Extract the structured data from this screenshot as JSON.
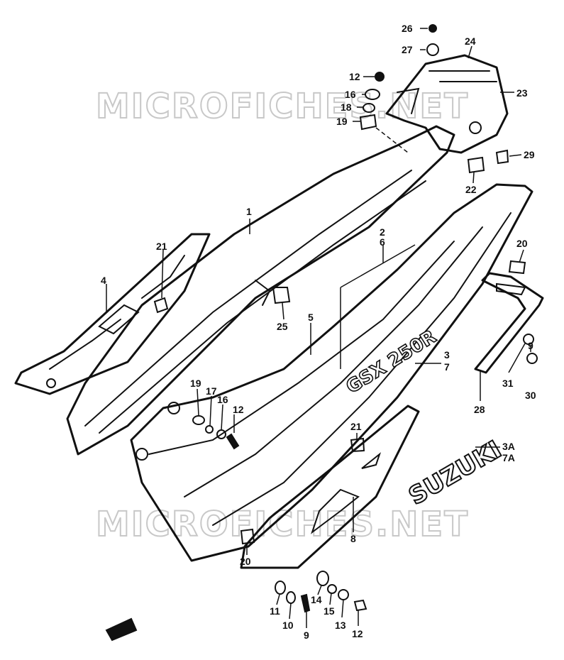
{
  "watermark": {
    "top": "MICROFICHES.NET",
    "bottom": "MICROFICHES.NET"
  },
  "decal": {
    "logo_text": "SUZUKI",
    "stripe_text": "GSX 250R"
  },
  "callouts": [
    {
      "id": "c26",
      "text": "26"
    },
    {
      "id": "c27",
      "text": "27"
    },
    {
      "id": "c24",
      "text": "24"
    },
    {
      "id": "c23",
      "text": "23"
    },
    {
      "id": "c12a",
      "text": "12"
    },
    {
      "id": "c16a",
      "text": "16"
    },
    {
      "id": "c18",
      "text": "18"
    },
    {
      "id": "c19a",
      "text": "19"
    },
    {
      "id": "c29",
      "text": "29"
    },
    {
      "id": "c22",
      "text": "22"
    },
    {
      "id": "c1",
      "text": "1"
    },
    {
      "id": "c21a",
      "text": "21"
    },
    {
      "id": "c4",
      "text": "4"
    },
    {
      "id": "c2",
      "text": "2"
    },
    {
      "id": "c6a",
      "text": "6"
    },
    {
      "id": "c20a",
      "text": "20"
    },
    {
      "id": "c25",
      "text": "25"
    },
    {
      "id": "c5",
      "text": "5"
    },
    {
      "id": "c3",
      "text": "3"
    },
    {
      "id": "c7",
      "text": "7"
    },
    {
      "id": "c19b",
      "text": "19"
    },
    {
      "id": "c17",
      "text": "17"
    },
    {
      "id": "c16b",
      "text": "16"
    },
    {
      "id": "c12b",
      "text": "12"
    },
    {
      "id": "c9",
      "text": "9"
    },
    {
      "id": "c31",
      "text": "31"
    },
    {
      "id": "c30",
      "text": "30"
    },
    {
      "id": "c28",
      "text": "28"
    },
    {
      "id": "c21b",
      "text": "21"
    },
    {
      "id": "c3A",
      "text": "3A"
    },
    {
      "id": "c7A",
      "text": "7A"
    },
    {
      "id": "c8",
      "text": "8"
    },
    {
      "id": "c20b",
      "text": "20"
    },
    {
      "id": "c11",
      "text": "11"
    },
    {
      "id": "c10",
      "text": "10"
    },
    {
      "id": "c9b",
      "text": "9"
    },
    {
      "id": "c14",
      "text": "14"
    },
    {
      "id": "c15",
      "text": "15"
    },
    {
      "id": "c13",
      "text": "13"
    },
    {
      "id": "c12c",
      "text": "12"
    }
  ]
}
